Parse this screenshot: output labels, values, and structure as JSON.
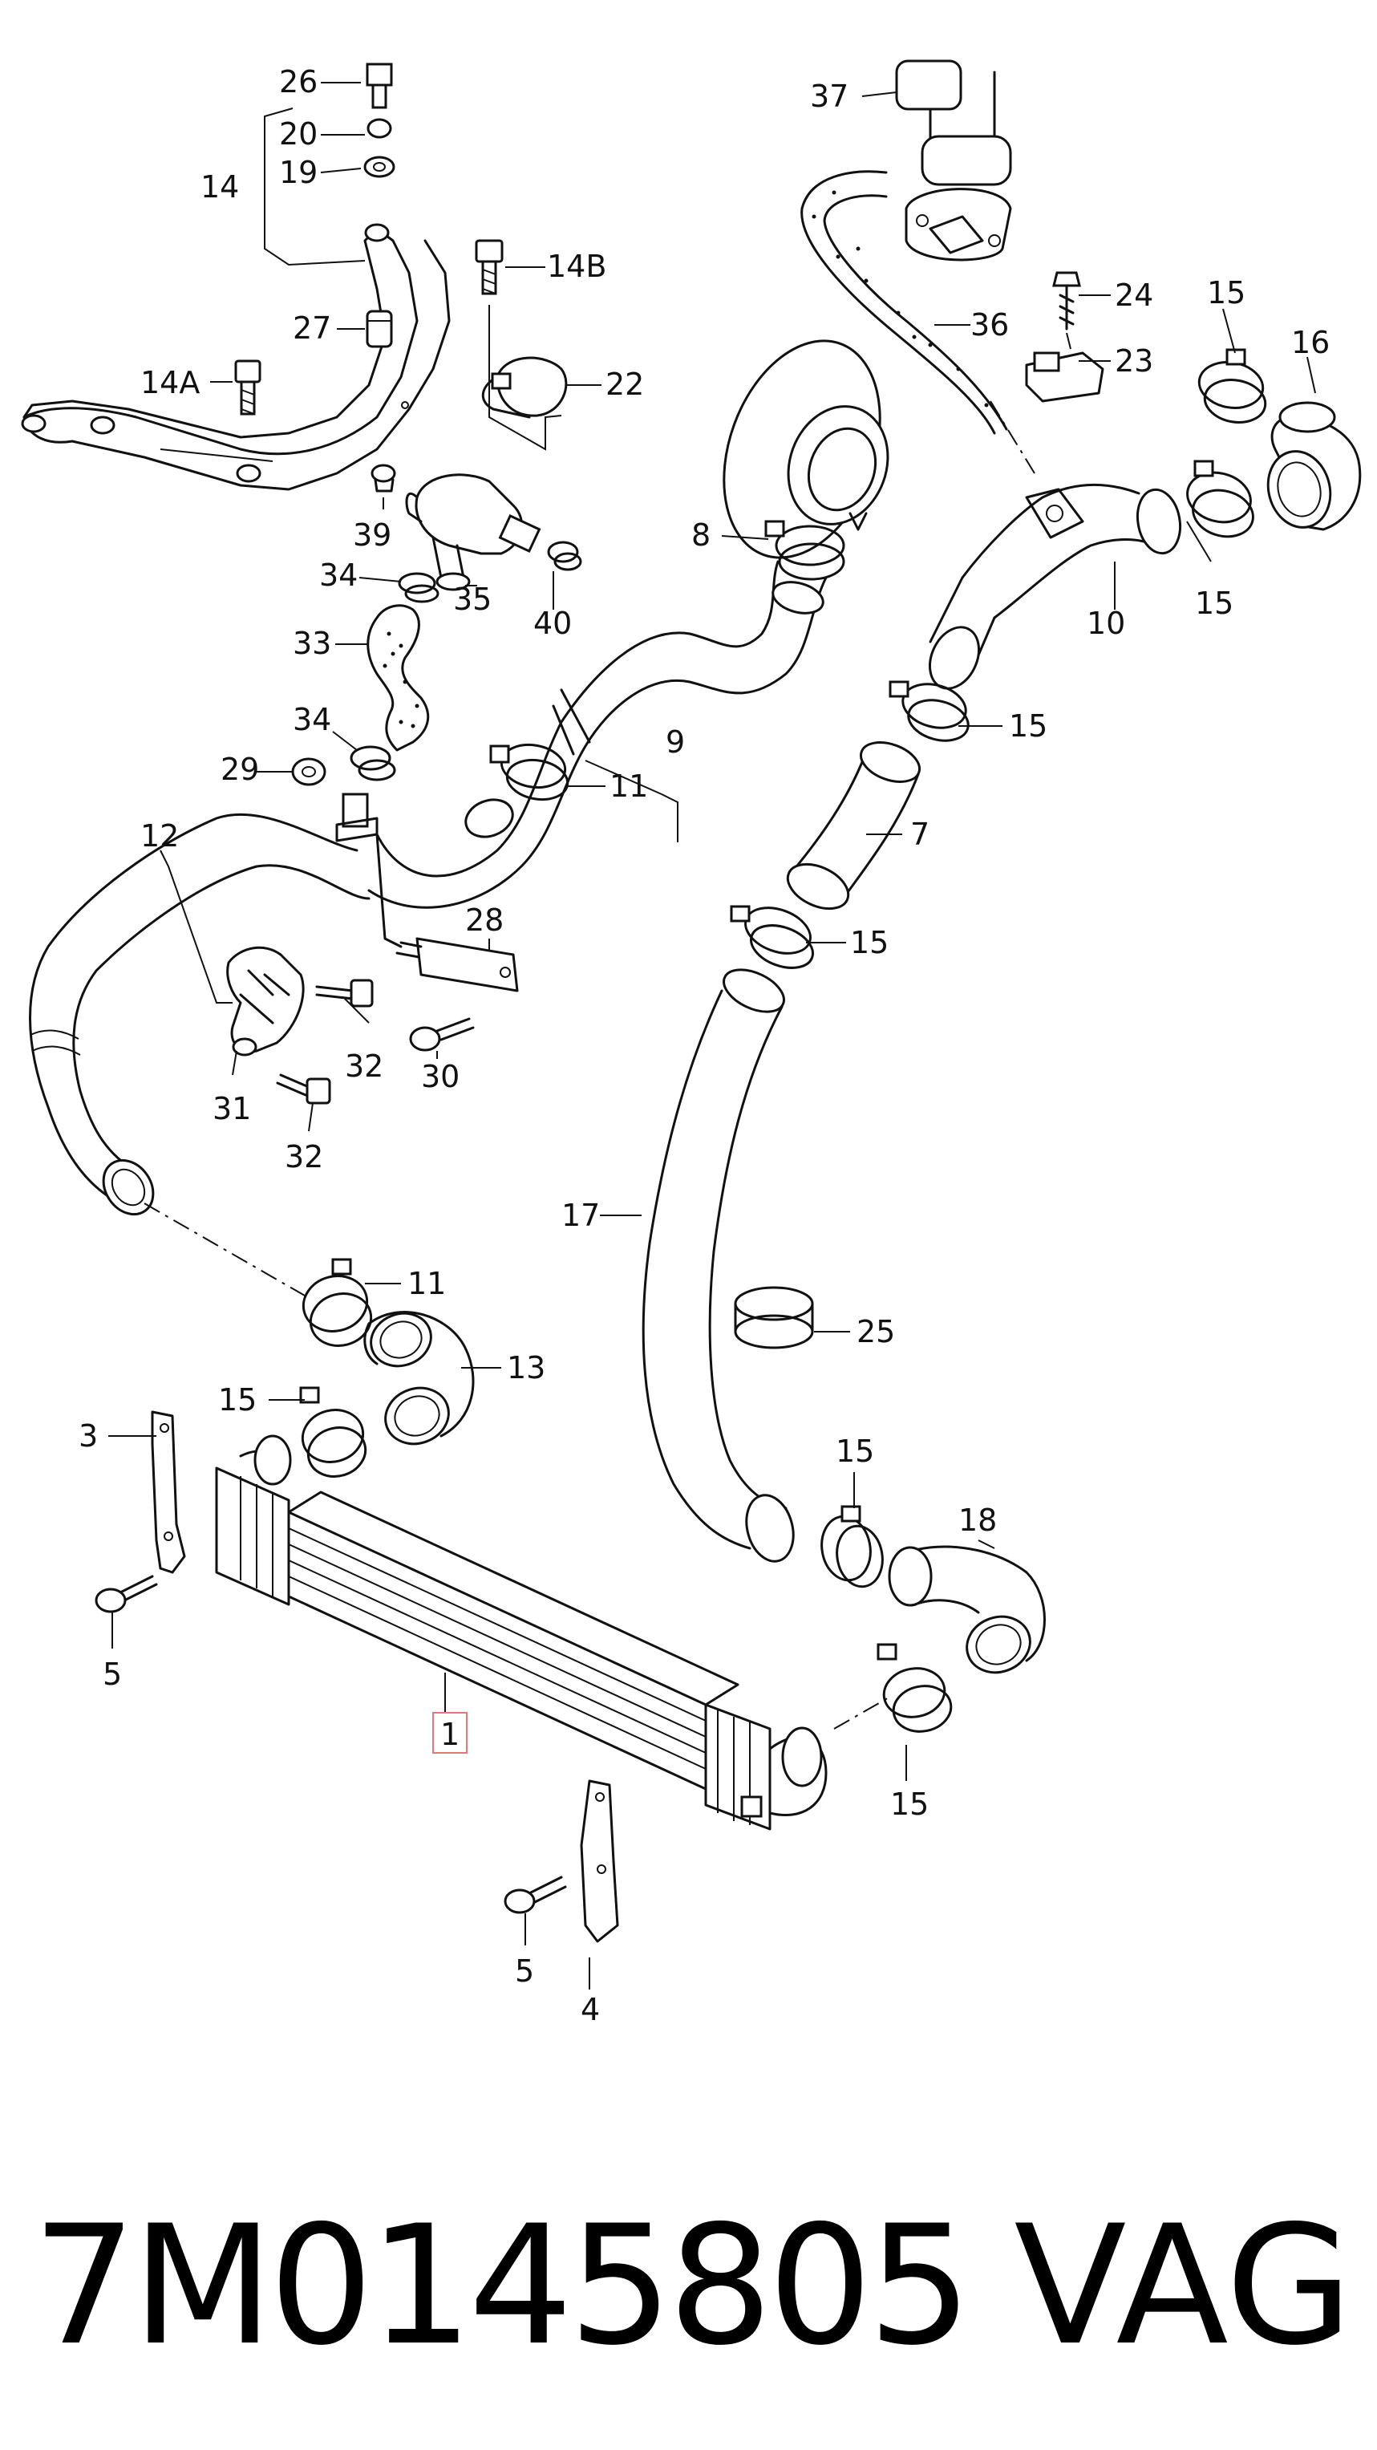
{
  "labels": [
    {
      "id": "26",
      "text": "26"
    },
    {
      "id": "20",
      "text": "20"
    },
    {
      "id": "19",
      "text": "19"
    },
    {
      "id": "14",
      "text": "14"
    },
    {
      "id": "14B",
      "text": "14B"
    },
    {
      "id": "27",
      "text": "27"
    },
    {
      "id": "14A",
      "text": "14A"
    },
    {
      "id": "22",
      "text": "22"
    },
    {
      "id": "39",
      "text": "39"
    },
    {
      "id": "34a",
      "text": "34"
    },
    {
      "id": "35",
      "text": "35"
    },
    {
      "id": "40",
      "text": "40"
    },
    {
      "id": "33",
      "text": "33"
    },
    {
      "id": "34b",
      "text": "34"
    },
    {
      "id": "29",
      "text": "29"
    },
    {
      "id": "12",
      "text": "12"
    },
    {
      "id": "28",
      "text": "28"
    },
    {
      "id": "32a",
      "text": "32"
    },
    {
      "id": "30",
      "text": "30"
    },
    {
      "id": "31",
      "text": "31"
    },
    {
      "id": "32b",
      "text": "32"
    },
    {
      "id": "37",
      "text": "37"
    },
    {
      "id": "36",
      "text": "36"
    },
    {
      "id": "24",
      "text": "24"
    },
    {
      "id": "23",
      "text": "23"
    },
    {
      "id": "15a",
      "text": "15"
    },
    {
      "id": "16",
      "text": "16"
    },
    {
      "id": "8",
      "text": "8"
    },
    {
      "id": "10",
      "text": "10"
    },
    {
      "id": "15b",
      "text": "15"
    },
    {
      "id": "9",
      "text": "9"
    },
    {
      "id": "11a",
      "text": "11"
    },
    {
      "id": "15c",
      "text": "15"
    },
    {
      "id": "7",
      "text": "7"
    },
    {
      "id": "15d",
      "text": "15"
    },
    {
      "id": "17",
      "text": "17"
    },
    {
      "id": "11b",
      "text": "11"
    },
    {
      "id": "13",
      "text": "13"
    },
    {
      "id": "25",
      "text": "25"
    },
    {
      "id": "15e",
      "text": "15"
    },
    {
      "id": "3",
      "text": "3"
    },
    {
      "id": "15f",
      "text": "15"
    },
    {
      "id": "18",
      "text": "18"
    },
    {
      "id": "5a",
      "text": "5"
    },
    {
      "id": "1",
      "text": "1"
    },
    {
      "id": "15g",
      "text": "15"
    },
    {
      "id": "5b",
      "text": "5"
    },
    {
      "id": "4",
      "text": "4"
    }
  ],
  "footer": {
    "part_number": "7M0145805",
    "brand": "VAG"
  },
  "highlight_color": "#e07a7a"
}
